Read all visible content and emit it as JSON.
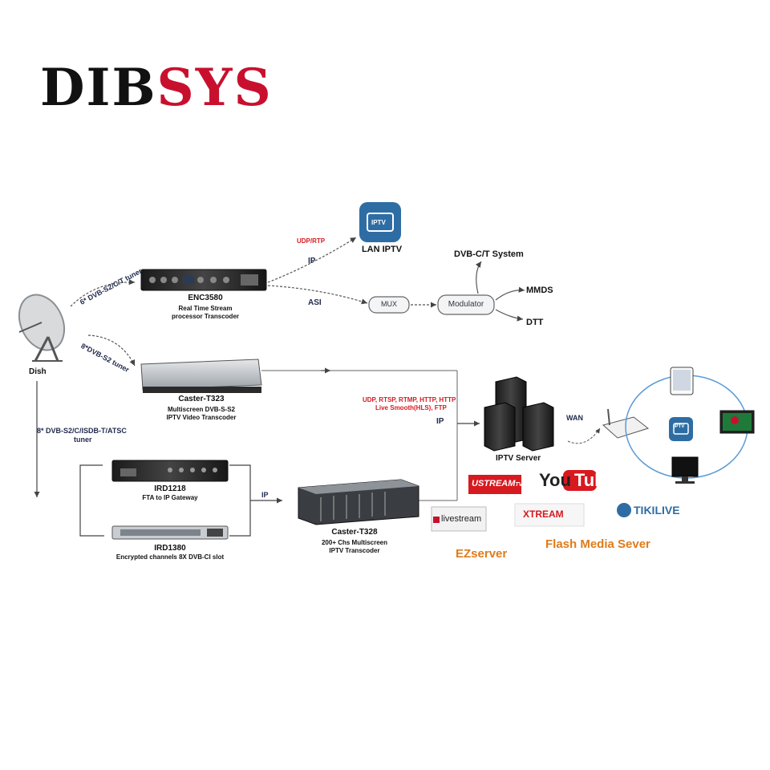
{
  "logo": {
    "part1": "DIB",
    "part2": "SYS"
  },
  "dish": {
    "label": "Dish"
  },
  "inputs": {
    "enc_tuner": "6* DVB-S2/C/T tuner",
    "t323_tuner": "8*DVB-S2 tuner",
    "ird_tuner_line1": "8* DVB-S2/C/ISDB-T/ATSC",
    "ird_tuner_line2": "tuner"
  },
  "devices": {
    "enc3580": {
      "name": "ENC3580",
      "desc1": "Real Time Stream",
      "desc2": "processor Transcoder"
    },
    "t323": {
      "name": "Caster-T323",
      "desc1": "Multiscreen DVB-S-S2",
      "desc2": "IPTV Video Transcoder"
    },
    "ird1218": {
      "name": "IRD1218",
      "desc1": "FTA to IP Gateway"
    },
    "ird1380": {
      "name": "IRD1380",
      "desc1": "Encrypted channels 8X DVB-CI slot"
    },
    "t328": {
      "name": "Caster-T328",
      "desc1": "200+ Chs Multiscreen",
      "desc2": "IPTV Transcoder"
    },
    "iptv_server": {
      "name": "IPTV Server"
    }
  },
  "lan": {
    "label": "LAN IPTV",
    "icon_text": "IPTV",
    "proto": "UDP/RTP",
    "edge": "IP"
  },
  "asi": {
    "edge": "ASI",
    "mux": "MUX",
    "modulator": "Modulator"
  },
  "outputs": {
    "dvb": "DVB-C/T System",
    "mmds": "MMDS",
    "dtt": "DTT"
  },
  "ip_edges": {
    "ird_ip": "IP",
    "server_ip": "IP",
    "wan": "WAN"
  },
  "server_protocols": {
    "line1": "UDP, RTSP, RTMP, HTTP, HTTP",
    "line2": "Live Smooth(HLS), FTP"
  },
  "brands": {
    "ustream": "USTREAM",
    "ustream_tv": "TV",
    "youtube_you": "You",
    "youtube_tube": "Tube",
    "livestream": "livestream",
    "xtream": "XTREAM",
    "tikilive": "TIKILIVE",
    "ezserver": "EZserver",
    "flash": "Flash Media Sever"
  },
  "client_icon_text": "IPTV",
  "colors": {
    "logo_red": "#c8102e",
    "accent_blue": "#2e6da4",
    "brand_orange": "#e07b1a",
    "proto_red": "#d71920"
  }
}
